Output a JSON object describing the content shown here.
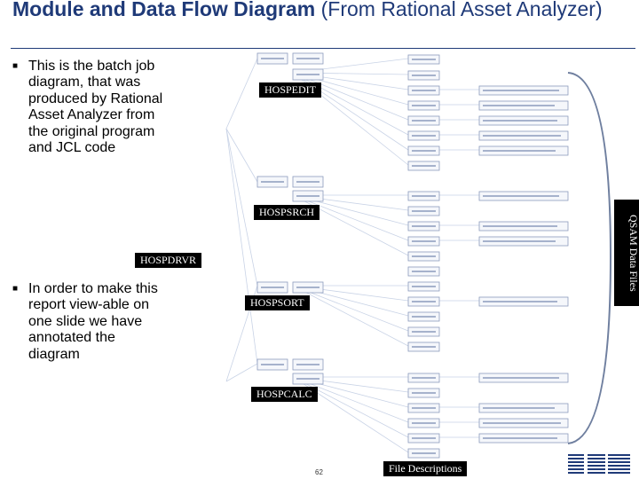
{
  "title": {
    "bold": "Module and Data Flow Diagram",
    "rest": " (From Rational Asset Analyzer)"
  },
  "bullets": [
    "This is the batch job diagram, that was produced by Rational Asset Analyzer from the original program and JCL code",
    "In order to make this report view-able on one slide we have annotated the diagram"
  ],
  "labels": {
    "hospedit": "HOSPEDIT",
    "hospsrch": "HOSPSRCH",
    "hospdrvr": "HOSPDRVR",
    "hospsort": "HOSPSORT",
    "hospcalc": "HOSPCALC",
    "qsam": "QSAM Data Files",
    "file_desc": "File Descriptions"
  },
  "page_number": "62"
}
